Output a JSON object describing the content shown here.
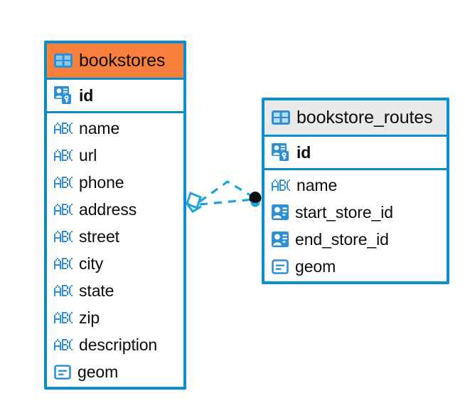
{
  "diagram": {
    "type": "entity-relationship-diagram",
    "background_color": "#ffffff",
    "accent_color": "#0a8ed0",
    "highlight_color": "#f8803c"
  },
  "entities": [
    {
      "name": "bookstores",
      "header_style": "accent-orange",
      "primary_key": {
        "label": "id",
        "icon": "primary-key-icon"
      },
      "fields": [
        {
          "label": "name",
          "icon": "text-abc-icon"
        },
        {
          "label": "url",
          "icon": "text-abc-icon"
        },
        {
          "label": "phone",
          "icon": "text-abc-icon"
        },
        {
          "label": "address",
          "icon": "text-abc-icon"
        },
        {
          "label": "street",
          "icon": "text-abc-icon"
        },
        {
          "label": "city",
          "icon": "text-abc-icon"
        },
        {
          "label": "state",
          "icon": "text-abc-icon"
        },
        {
          "label": "zip",
          "icon": "text-abc-icon"
        },
        {
          "label": "description",
          "icon": "text-abc-icon"
        },
        {
          "label": "geom",
          "icon": "geometry-icon"
        }
      ]
    },
    {
      "name": "bookstore_routes",
      "header_style": "accent-grey",
      "primary_key": {
        "label": "id",
        "icon": "primary-key-icon"
      },
      "fields": [
        {
          "label": "name",
          "icon": "text-abc-icon"
        },
        {
          "label": "start_store_id",
          "icon": "foreign-key-icon"
        },
        {
          "label": "end_store_id",
          "icon": "foreign-key-icon"
        },
        {
          "label": "geom",
          "icon": "geometry-icon"
        }
      ]
    }
  ],
  "relationship": {
    "style": "dashed",
    "color": "#1fa3dd",
    "source_marker": "crows-foot-diamond",
    "target_marker": "filled-dot",
    "target_marker_color": "#101010"
  }
}
